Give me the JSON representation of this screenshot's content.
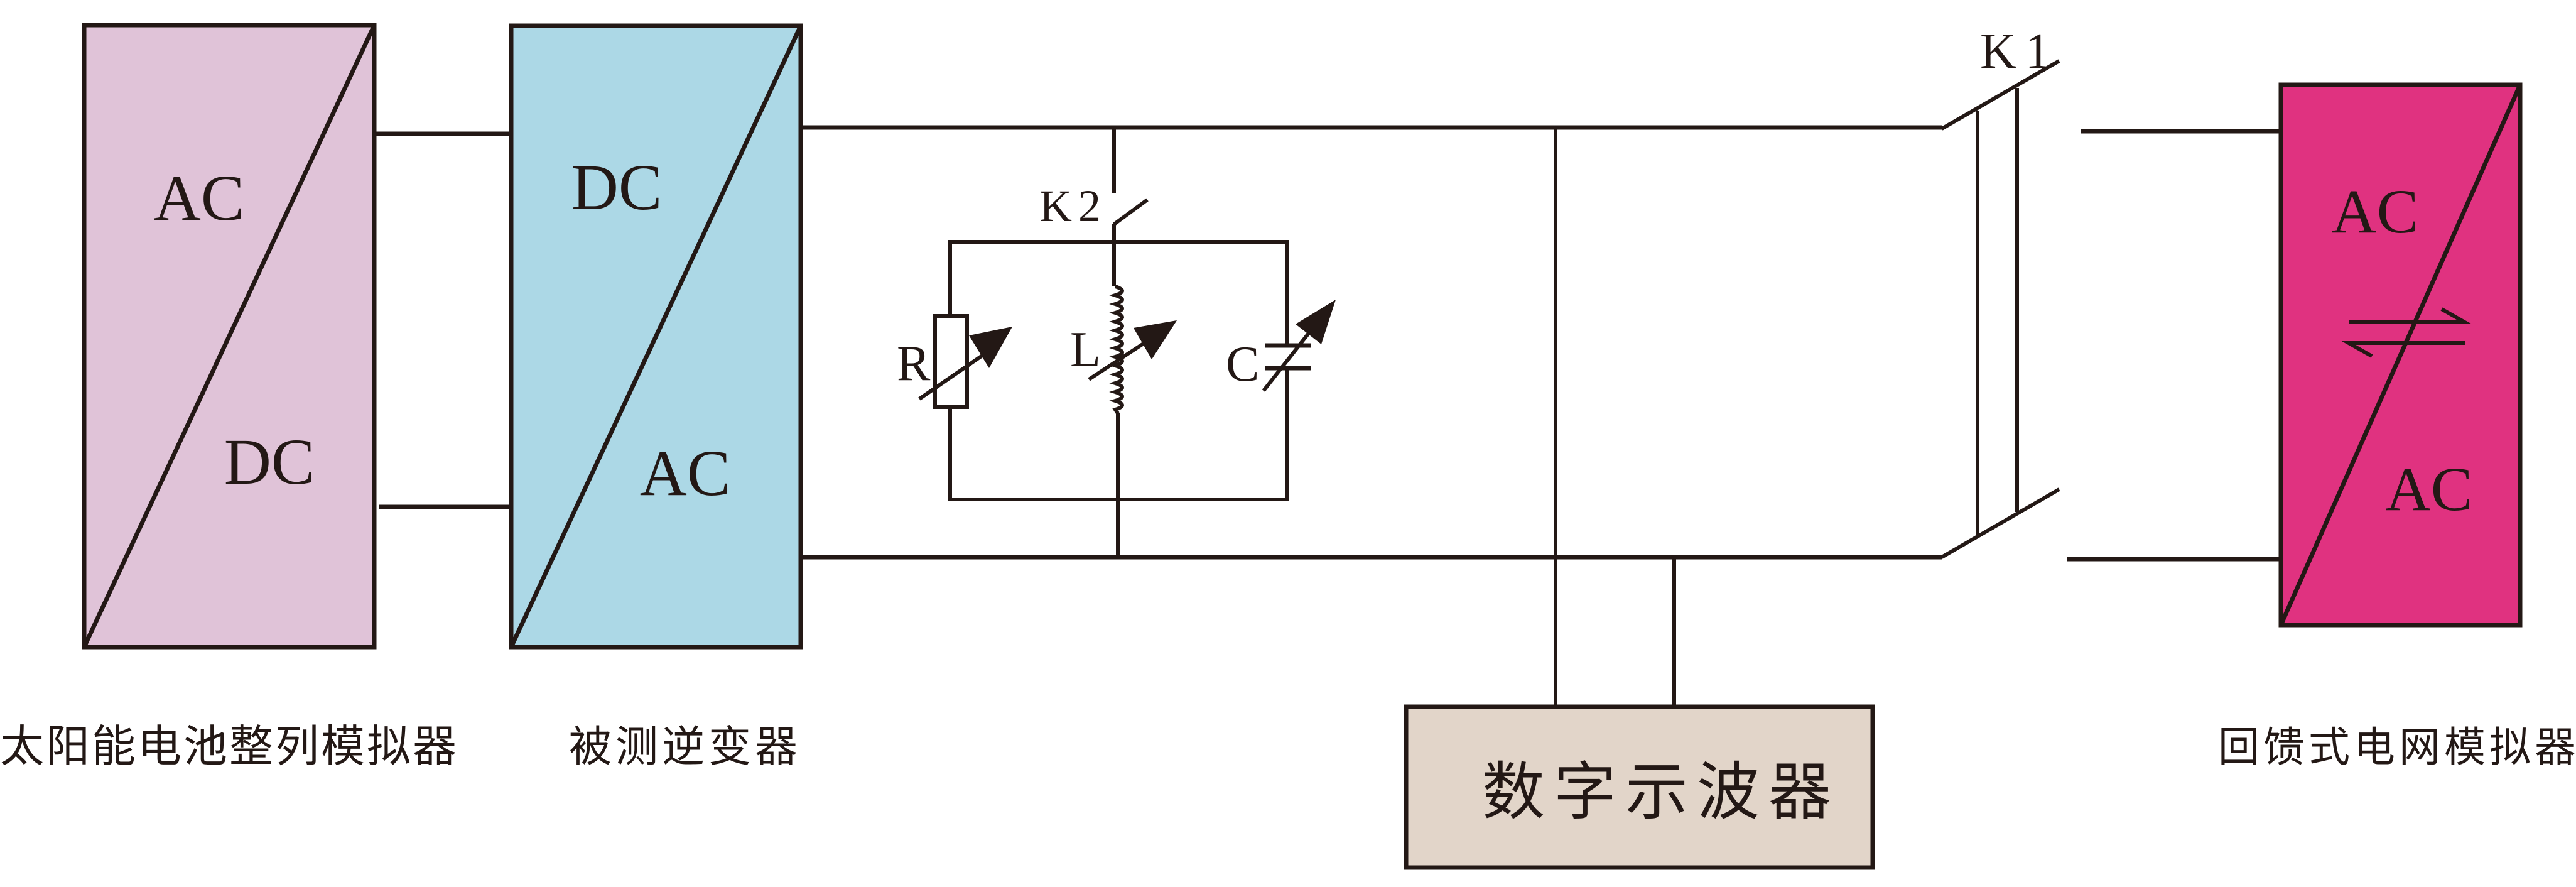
{
  "blocks": {
    "pv_simulator": {
      "top": "AC",
      "bottom": "DC",
      "caption": "太阳能电池整列模拟器",
      "color": "#e0c3d8"
    },
    "inverter": {
      "top": "DC",
      "bottom": "AC",
      "caption": "被测逆变器",
      "color": "#acd8e6"
    },
    "grid_simulator": {
      "top": "AC",
      "bottom": "AC",
      "caption": "回馈式电网模拟器",
      "color": "#e03280",
      "symbol": "bidirectional-arrows"
    },
    "oscilloscope": {
      "label": "数字示波器",
      "color": "#e2d5c9"
    }
  },
  "switches": {
    "k1": "K1",
    "k2": "K2"
  },
  "load": {
    "r": "R",
    "l": "L",
    "c": "C"
  },
  "line_color": "#231815"
}
